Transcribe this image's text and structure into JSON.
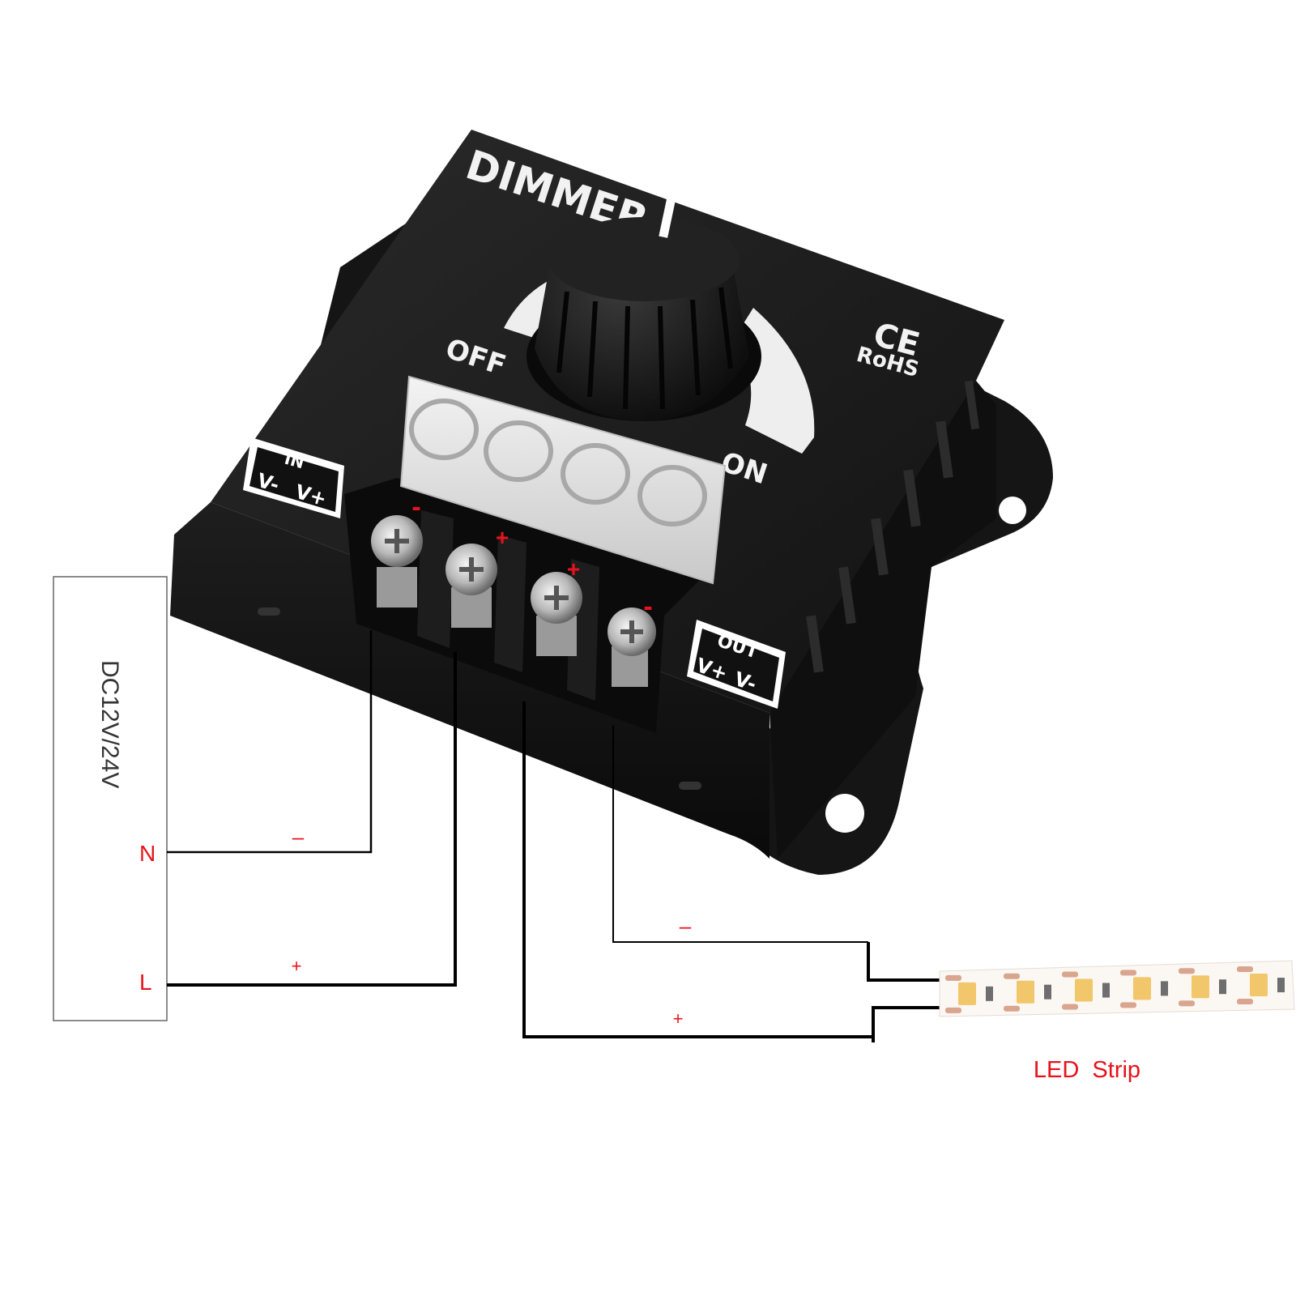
{
  "device": {
    "brand_text": "DIMMER",
    "off_label": "OFF",
    "on_label": "ON",
    "cert_ce": "CE",
    "cert_rohs": "RoHS",
    "in_label": "IN",
    "in_vminus": "V-",
    "in_vplus": "V+",
    "out_label": "OUT",
    "out_vplus": "V+",
    "out_vminus": "V-",
    "terminal_marks": [
      "-",
      "+",
      "+",
      "-"
    ]
  },
  "power_supply": {
    "label": "DC12V/24V",
    "n_label": "N",
    "l_label": "L"
  },
  "wires": {
    "supply_neg_sign": "–",
    "supply_pos_sign": "+",
    "led_neg_sign": "–",
    "led_pos_sign": "+"
  },
  "led_strip": {
    "label": "LED  Strip"
  },
  "colors": {
    "label_red": "#e8121b",
    "device_body": "#1c1c1c",
    "wire": "#000000",
    "led_yellow": "#f2c66a",
    "pad_copper": "#d9a58f"
  }
}
